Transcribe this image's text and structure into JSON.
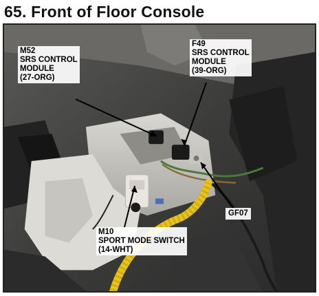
{
  "title": "65. Front of Floor Console",
  "callouts": {
    "m52": {
      "code": "M52",
      "line1": "SRS CONTROL",
      "line2": "MODULE",
      "line3": "(27-ORG)"
    },
    "f49": {
      "code": "F49",
      "line1": "SRS CONTROL",
      "line2": "MODULE",
      "line3": "(39-ORG)"
    },
    "gf07": {
      "code": "GF07"
    },
    "m10": {
      "code": "M10",
      "line1": "SPORT MODE SWITCH",
      "line2": "(14-WHT)"
    }
  },
  "colors": {
    "harness_yellow": "#e8c51c",
    "connector_white": "#e9e6df",
    "trim_dark": "#2b2b2b"
  }
}
